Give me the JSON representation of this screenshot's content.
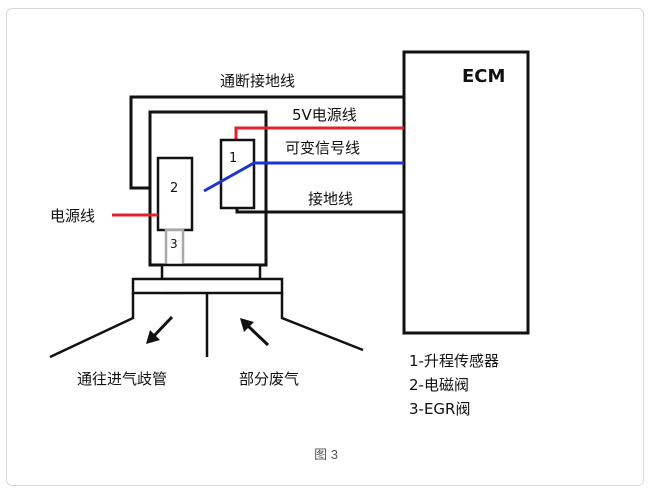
{
  "diagram": {
    "ecm_label": "ECM",
    "wires": {
      "ground_switch": "通断接地线",
      "power_5v": "5V电源线",
      "variable_signal": "可变信号线",
      "ground": "接地线",
      "power": "电源线"
    },
    "components": {
      "c1": "1",
      "c2": "2",
      "c3": "3"
    },
    "flows": {
      "to_intake": "通往进气歧管",
      "exhaust": "部分废气"
    },
    "legend": [
      "1-升程传感器",
      "2-电磁阀",
      "3-EGR阀"
    ],
    "colors": {
      "red_wire": "#e0202a",
      "blue_wire": "#1a34d6",
      "black": "#111111"
    }
  },
  "caption": "图 3"
}
